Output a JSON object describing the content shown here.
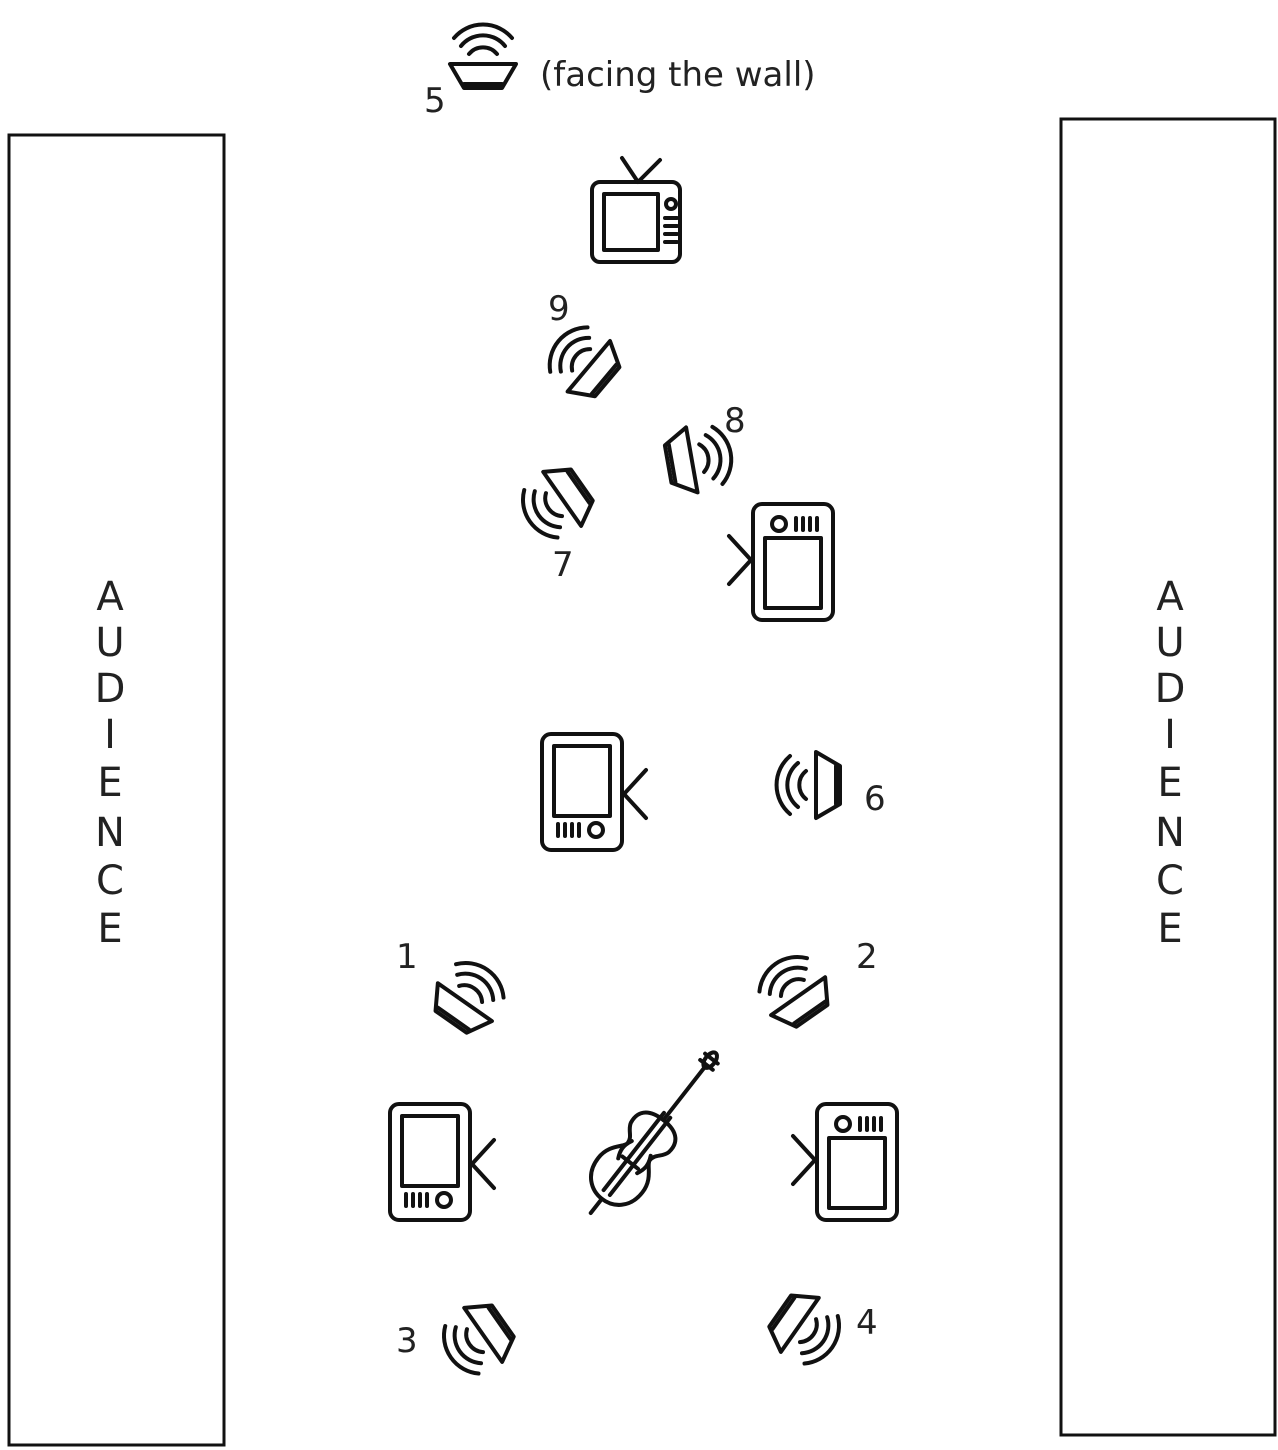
{
  "audience": {
    "left_letters": [
      "A",
      "U",
      "D",
      "I",
      "E",
      "N",
      "C",
      "E"
    ],
    "right_letters": [
      "A",
      "U",
      "D",
      "I",
      "E",
      "N",
      "C",
      "E"
    ]
  },
  "speakers": [
    {
      "id": "speaker-5",
      "label": "5",
      "note": "(facing the wall)"
    },
    {
      "id": "speaker-9",
      "label": "9"
    },
    {
      "id": "speaker-8",
      "label": "8"
    },
    {
      "id": "speaker-7",
      "label": "7"
    },
    {
      "id": "speaker-6",
      "label": "6"
    },
    {
      "id": "speaker-1",
      "label": "1"
    },
    {
      "id": "speaker-2",
      "label": "2"
    },
    {
      "id": "speaker-3",
      "label": "3"
    },
    {
      "id": "speaker-4",
      "label": "4"
    }
  ],
  "icons": [
    "speaker-icon",
    "television-icon",
    "tablet-icon",
    "cello-icon",
    "sound-wave-icon"
  ]
}
